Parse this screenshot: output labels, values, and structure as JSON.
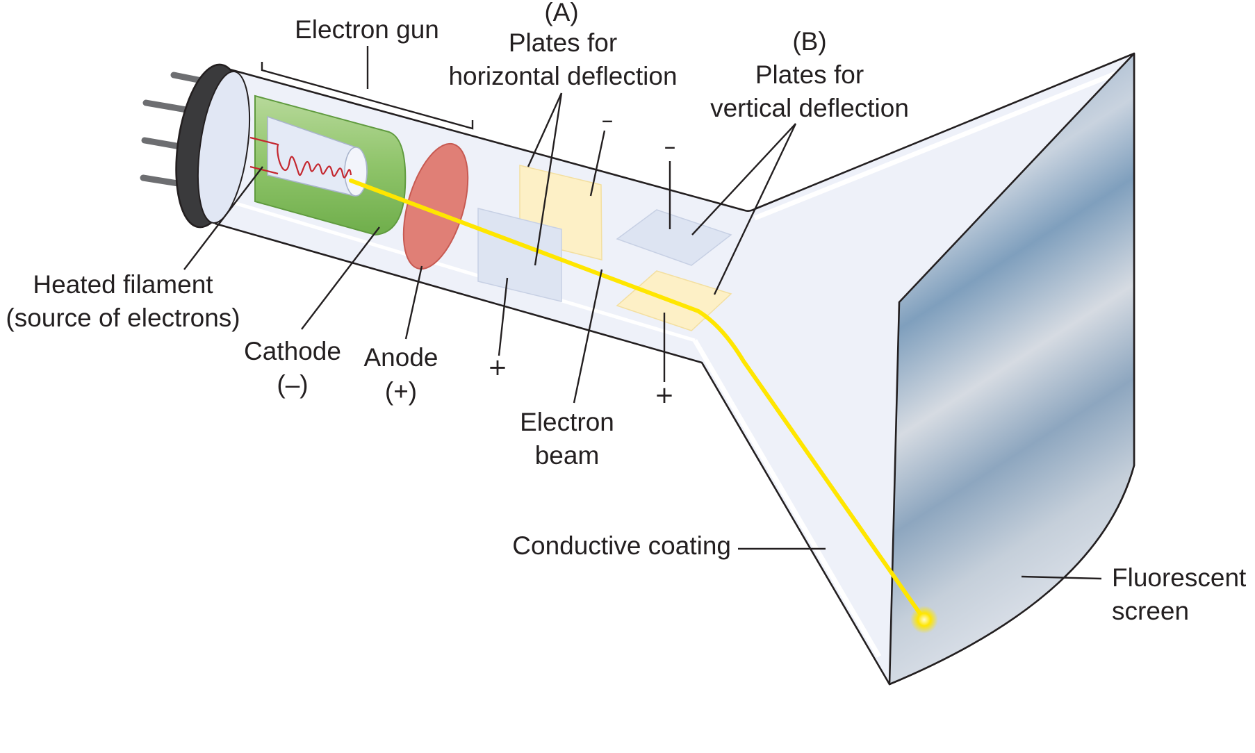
{
  "labels": {
    "electron_gun": "Electron gun",
    "plates_a_letter": "(A)",
    "plates_a_line1": "Plates for",
    "plates_a_line2": "horizontal deflection",
    "plates_b_letter": "(B)",
    "plates_b_line1": "Plates for",
    "plates_b_line2": "vertical deflection",
    "filament_line1": "Heated filament",
    "filament_line2": "(source of electrons)",
    "cathode_line1": "Cathode",
    "cathode_line2": "(–)",
    "anode_line1": "Anode",
    "anode_line2": "(+)",
    "beam_line1": "Electron",
    "beam_line2": "beam",
    "coating": "Conductive coating",
    "screen_line1": "Fluorescent",
    "screen_line2": "screen"
  },
  "signs": {
    "a_minus": "–",
    "a_plus": "+",
    "b_minus": "–",
    "b_plus": "+"
  },
  "colors": {
    "outline": "#231f20",
    "tube_fill": "#eef1f9",
    "base_cap": "#3a3a3c",
    "cathode_housing": "#8fc46a",
    "filament_coil": "#c4262e",
    "anode": "#e07f76",
    "horizontal_plates": "#fdf0c6",
    "vertical_plates": "#dde4f2",
    "electron_beam": "#ffe600",
    "screen": "#8aa9c6"
  }
}
